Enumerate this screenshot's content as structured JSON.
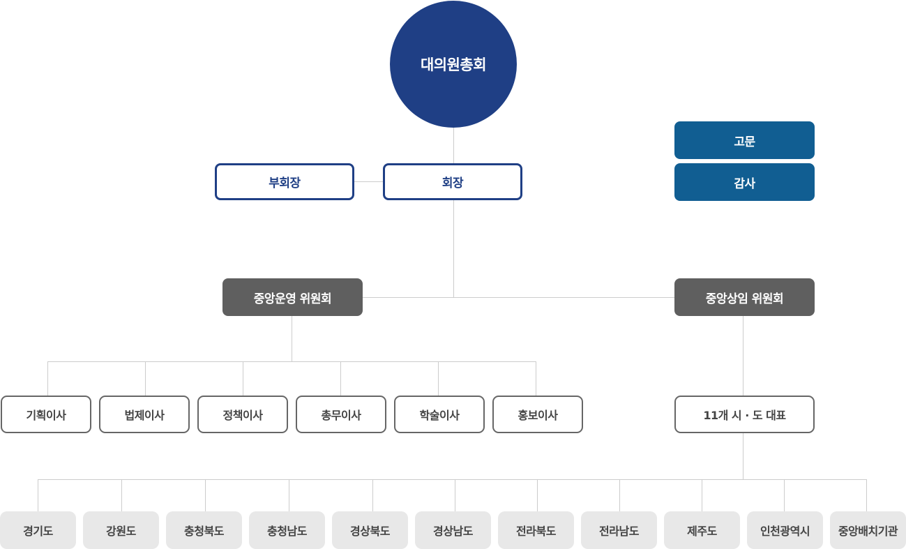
{
  "colors": {
    "top_circle": "#1f3f85",
    "leader_border": "#1f3f85",
    "advisor_fill": "#115e92",
    "committee_fill": "#5f5f5f",
    "region_fill": "#e8e8e8",
    "connector": "#cccccc"
  },
  "top": {
    "label": "대의원총회"
  },
  "leaders": {
    "vice_president": "부회장",
    "president": "회장"
  },
  "advisors": [
    {
      "label": "고문"
    },
    {
      "label": "감사"
    }
  ],
  "committees": {
    "operations": "중앙운영 위원회",
    "standing": "중앙상임 위원회"
  },
  "directors": [
    {
      "label": "기획이사"
    },
    {
      "label": "법제이사"
    },
    {
      "label": "정책이사"
    },
    {
      "label": "총무이사"
    },
    {
      "label": "학술이사"
    },
    {
      "label": "홍보이사"
    }
  ],
  "representatives": {
    "label": "11개 시 · 도 대표"
  },
  "regions": [
    {
      "label": "경기도"
    },
    {
      "label": "강원도"
    },
    {
      "label": "충청북도"
    },
    {
      "label": "충청남도"
    },
    {
      "label": "경상북도"
    },
    {
      "label": "경상남도"
    },
    {
      "label": "전라북도"
    },
    {
      "label": "전라남도"
    },
    {
      "label": "제주도"
    },
    {
      "label": "인천광역시"
    },
    {
      "label": "중앙배치기관"
    }
  ]
}
